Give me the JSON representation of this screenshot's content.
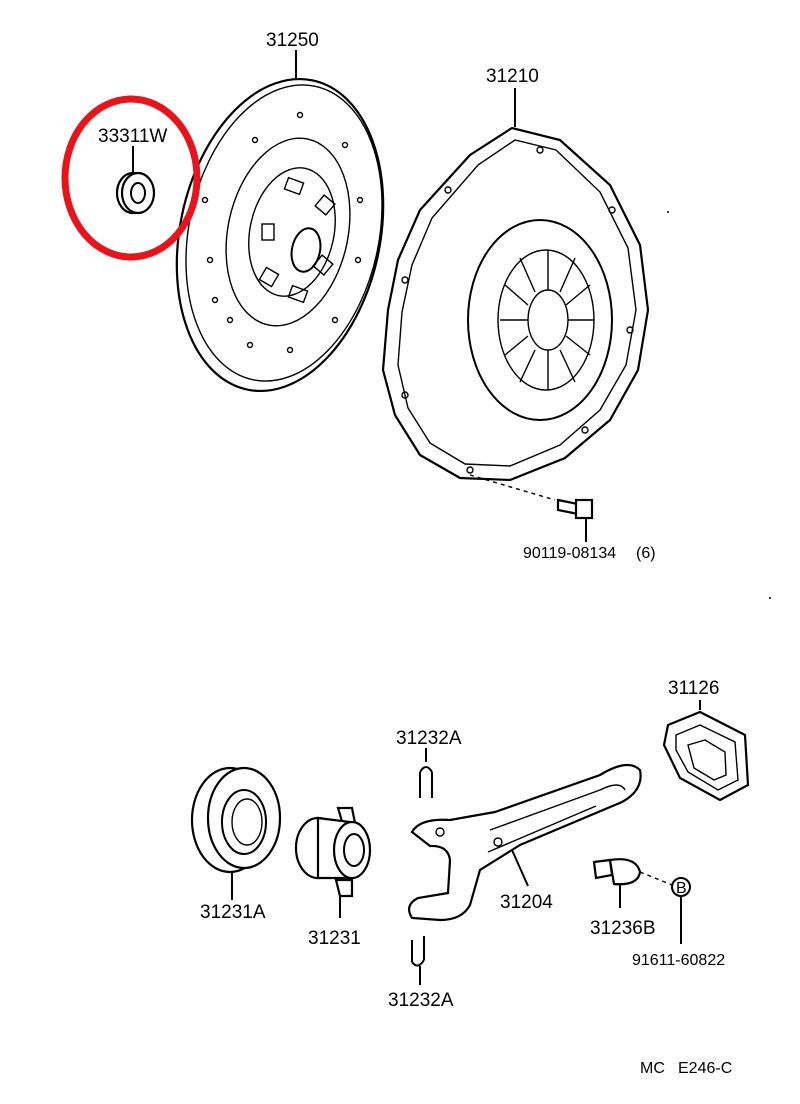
{
  "callouts": {
    "clutch_disc": "31250",
    "pilot_bearing": "33311W",
    "pressure_plate": "31210",
    "pressure_plate_bolt": "90119-08134",
    "pressure_plate_bolt_qty": "(6)",
    "boot": "31126",
    "retainer_spring_top": "31232A",
    "retainer_spring_bottom": "31232A",
    "bearing_hub": "31231A",
    "release_bearing": "31231",
    "release_fork": "31204",
    "pivot_stud": "31236B",
    "pivot_ref_code": "91611-60822",
    "ref_marker": "B"
  },
  "diagram_code": {
    "prefix": "MC",
    "code": "E246-C"
  },
  "highlight": {
    "target": "33311W",
    "color": "#e8141b"
  }
}
